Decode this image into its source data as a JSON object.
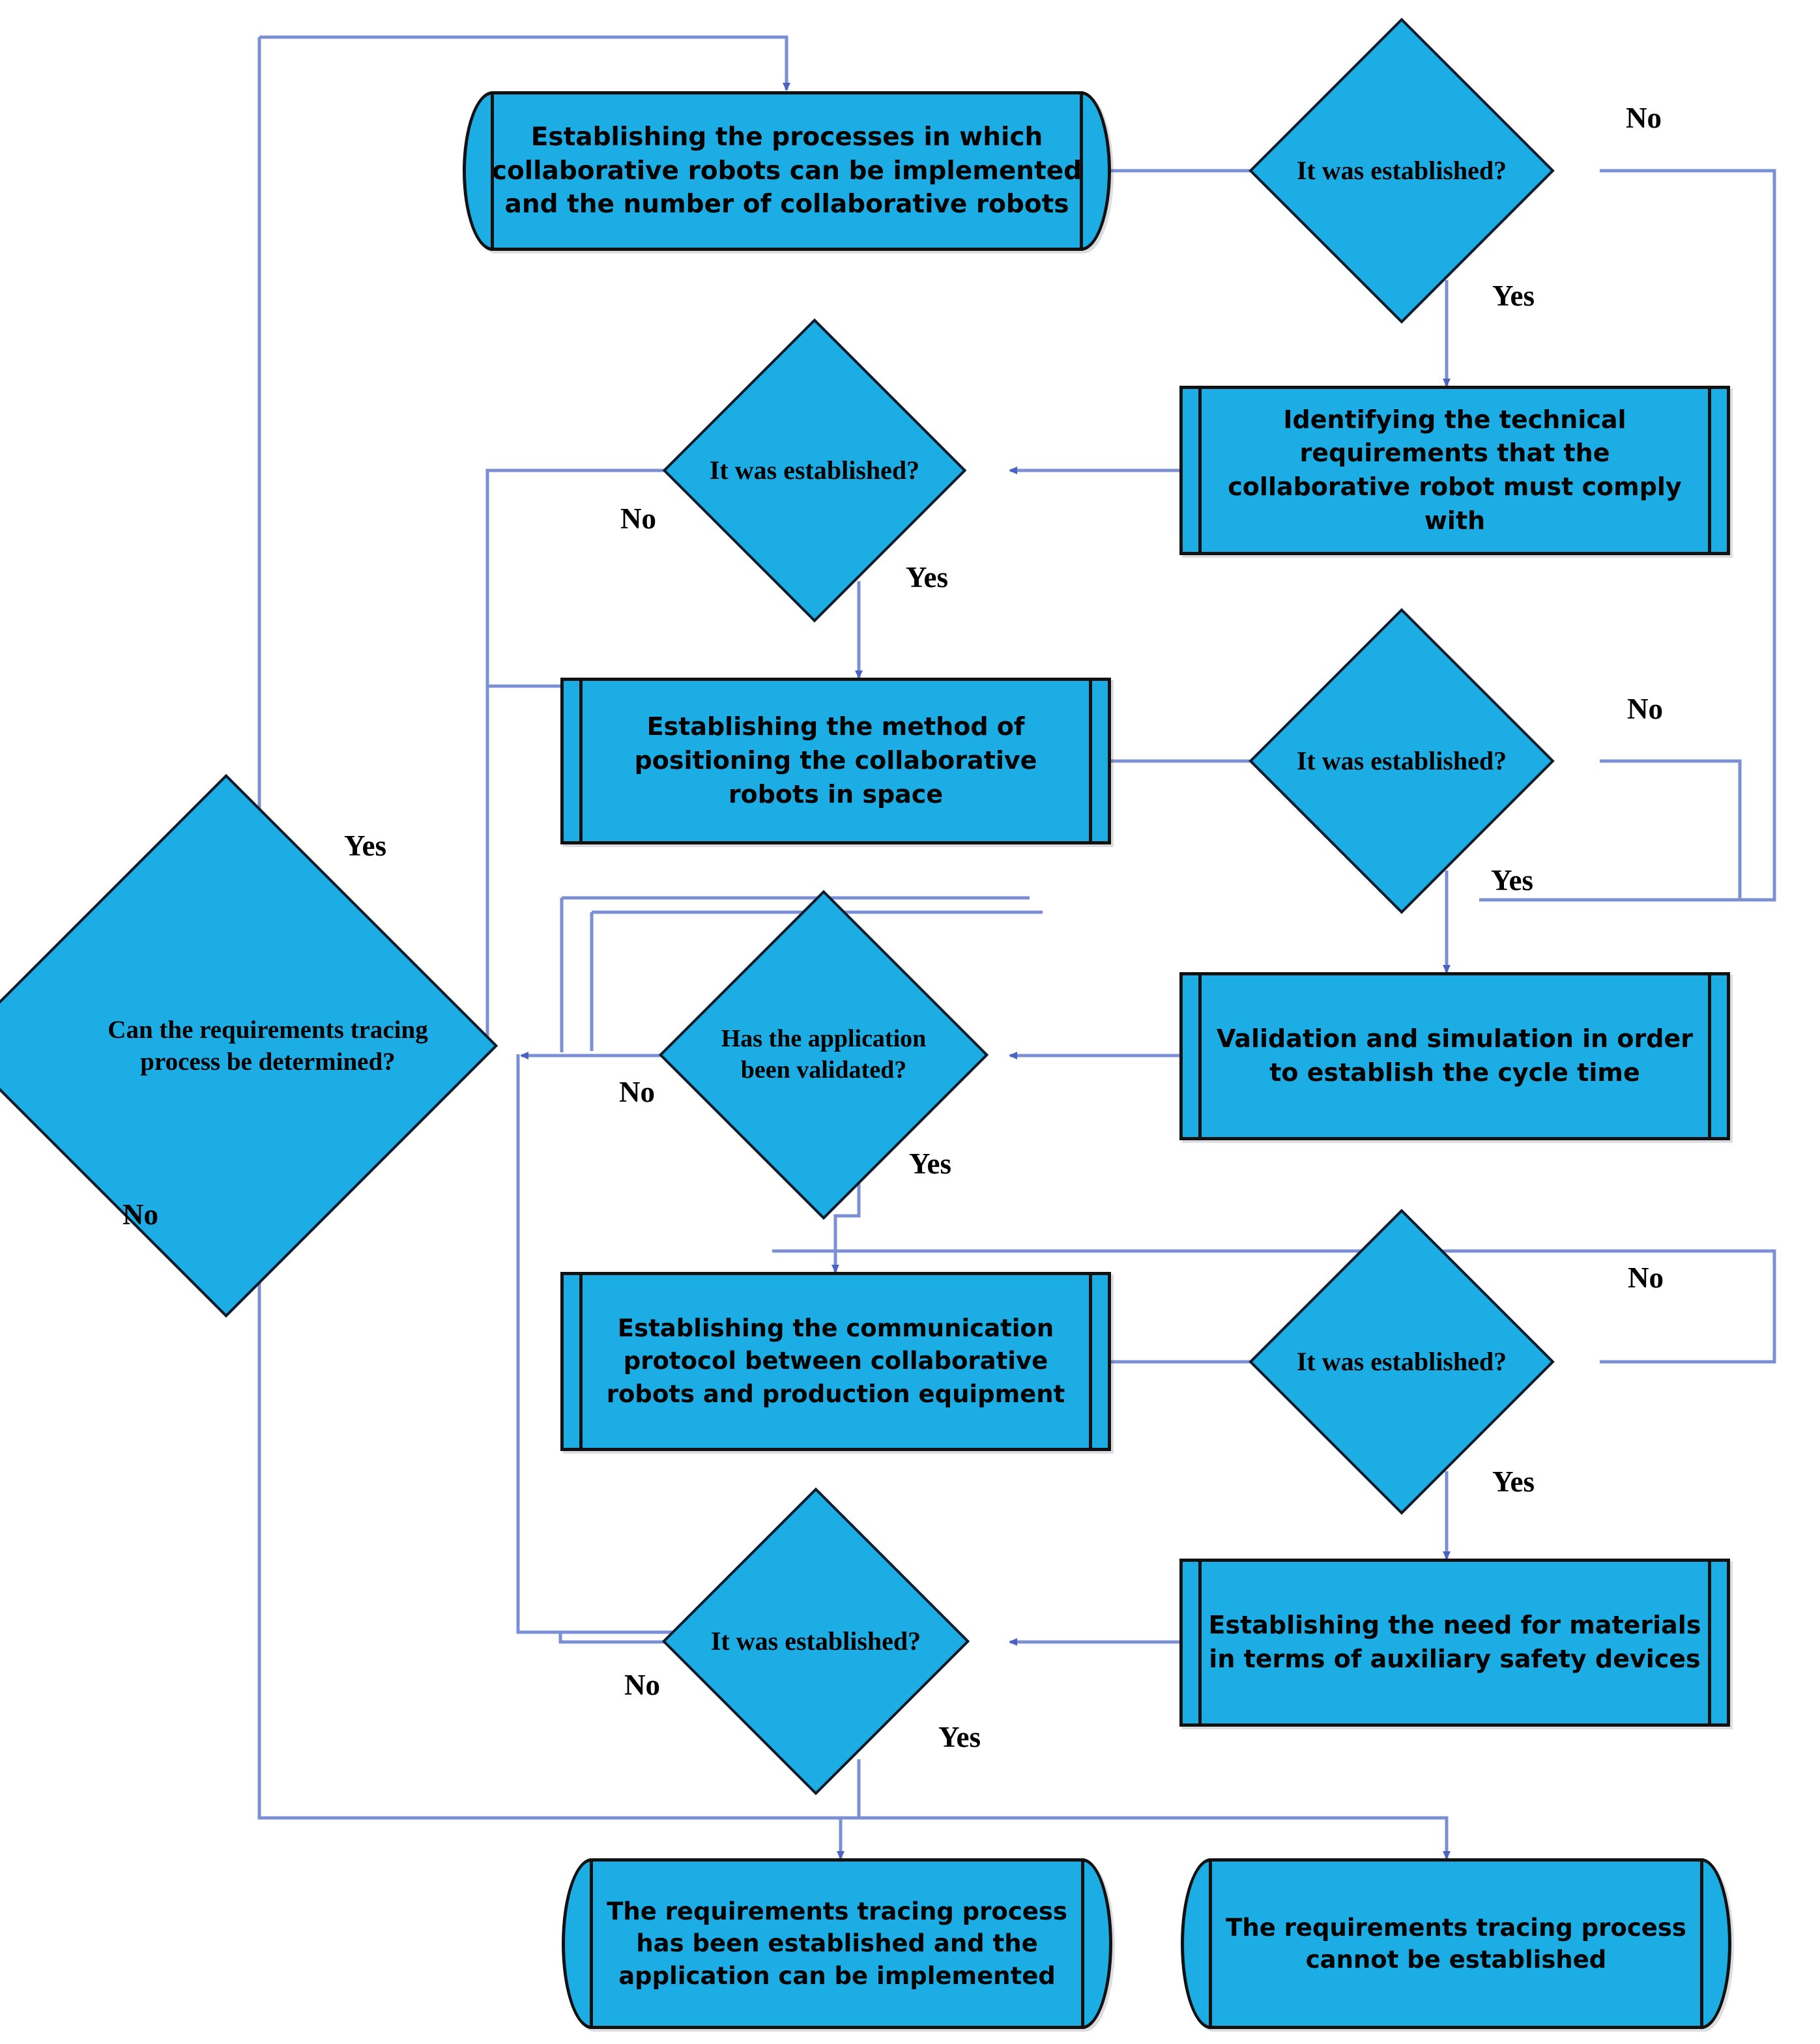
{
  "diagram": {
    "title": "Collaborative robot requirements tracing process flowchart",
    "colors": {
      "node_fill": "#1CADE4",
      "node_border": "#111111",
      "connector": "#7B8FD4",
      "text": "#000000",
      "background": "#FFFFFF"
    }
  },
  "nodes": {
    "start_processes": {
      "shape": "terminator",
      "text": "Establishing the processes in which collaborative robots can be implemented and the number of collaborative robots"
    },
    "decision_1": {
      "shape": "decision",
      "text": "It was established?"
    },
    "technical_requirements": {
      "shape": "predefined-process",
      "text": "Identifying the technical requirements that the collaborative robot must comply with"
    },
    "decision_2": {
      "shape": "decision",
      "text": "It was established?"
    },
    "positioning_method": {
      "shape": "predefined-process",
      "text": "Establishing the method of positioning the collaborative robots in space"
    },
    "decision_3": {
      "shape": "decision",
      "text": "It was established?"
    },
    "validation_simulation": {
      "shape": "predefined-process",
      "text": "Validation and simulation in order to establish the cycle time"
    },
    "decision_validated": {
      "shape": "decision",
      "text": "Has the application been validated?"
    },
    "decision_tracing": {
      "shape": "decision",
      "text": "Can the requirements tracing process be determined?"
    },
    "communication_protocol": {
      "shape": "predefined-process",
      "text": "Establishing the communication protocol between collaborative robots and production equipment"
    },
    "decision_4": {
      "shape": "decision",
      "text": "It was established?"
    },
    "safety_materials": {
      "shape": "predefined-process",
      "text": "Establishing the need for materials in terms of auxiliary safety devices"
    },
    "decision_5": {
      "shape": "decision",
      "text": "It was established?"
    },
    "end_success": {
      "shape": "terminator",
      "text": "The requirements tracing process has been established and the application can be implemented"
    },
    "end_failure": {
      "shape": "terminator",
      "text": "The requirements tracing process cannot be established"
    }
  },
  "edge_labels": {
    "d1_no": "No",
    "d1_yes": "Yes",
    "d2_no": "No",
    "d2_yes": "Yes",
    "d3_no": "No",
    "d3_yes": "Yes",
    "validated_no": "No",
    "validated_yes": "Yes",
    "tracing_yes": "Yes",
    "tracing_no": "No",
    "d4_no": "No",
    "d4_yes": "Yes",
    "d5_no": "No",
    "d5_yes": "Yes"
  }
}
